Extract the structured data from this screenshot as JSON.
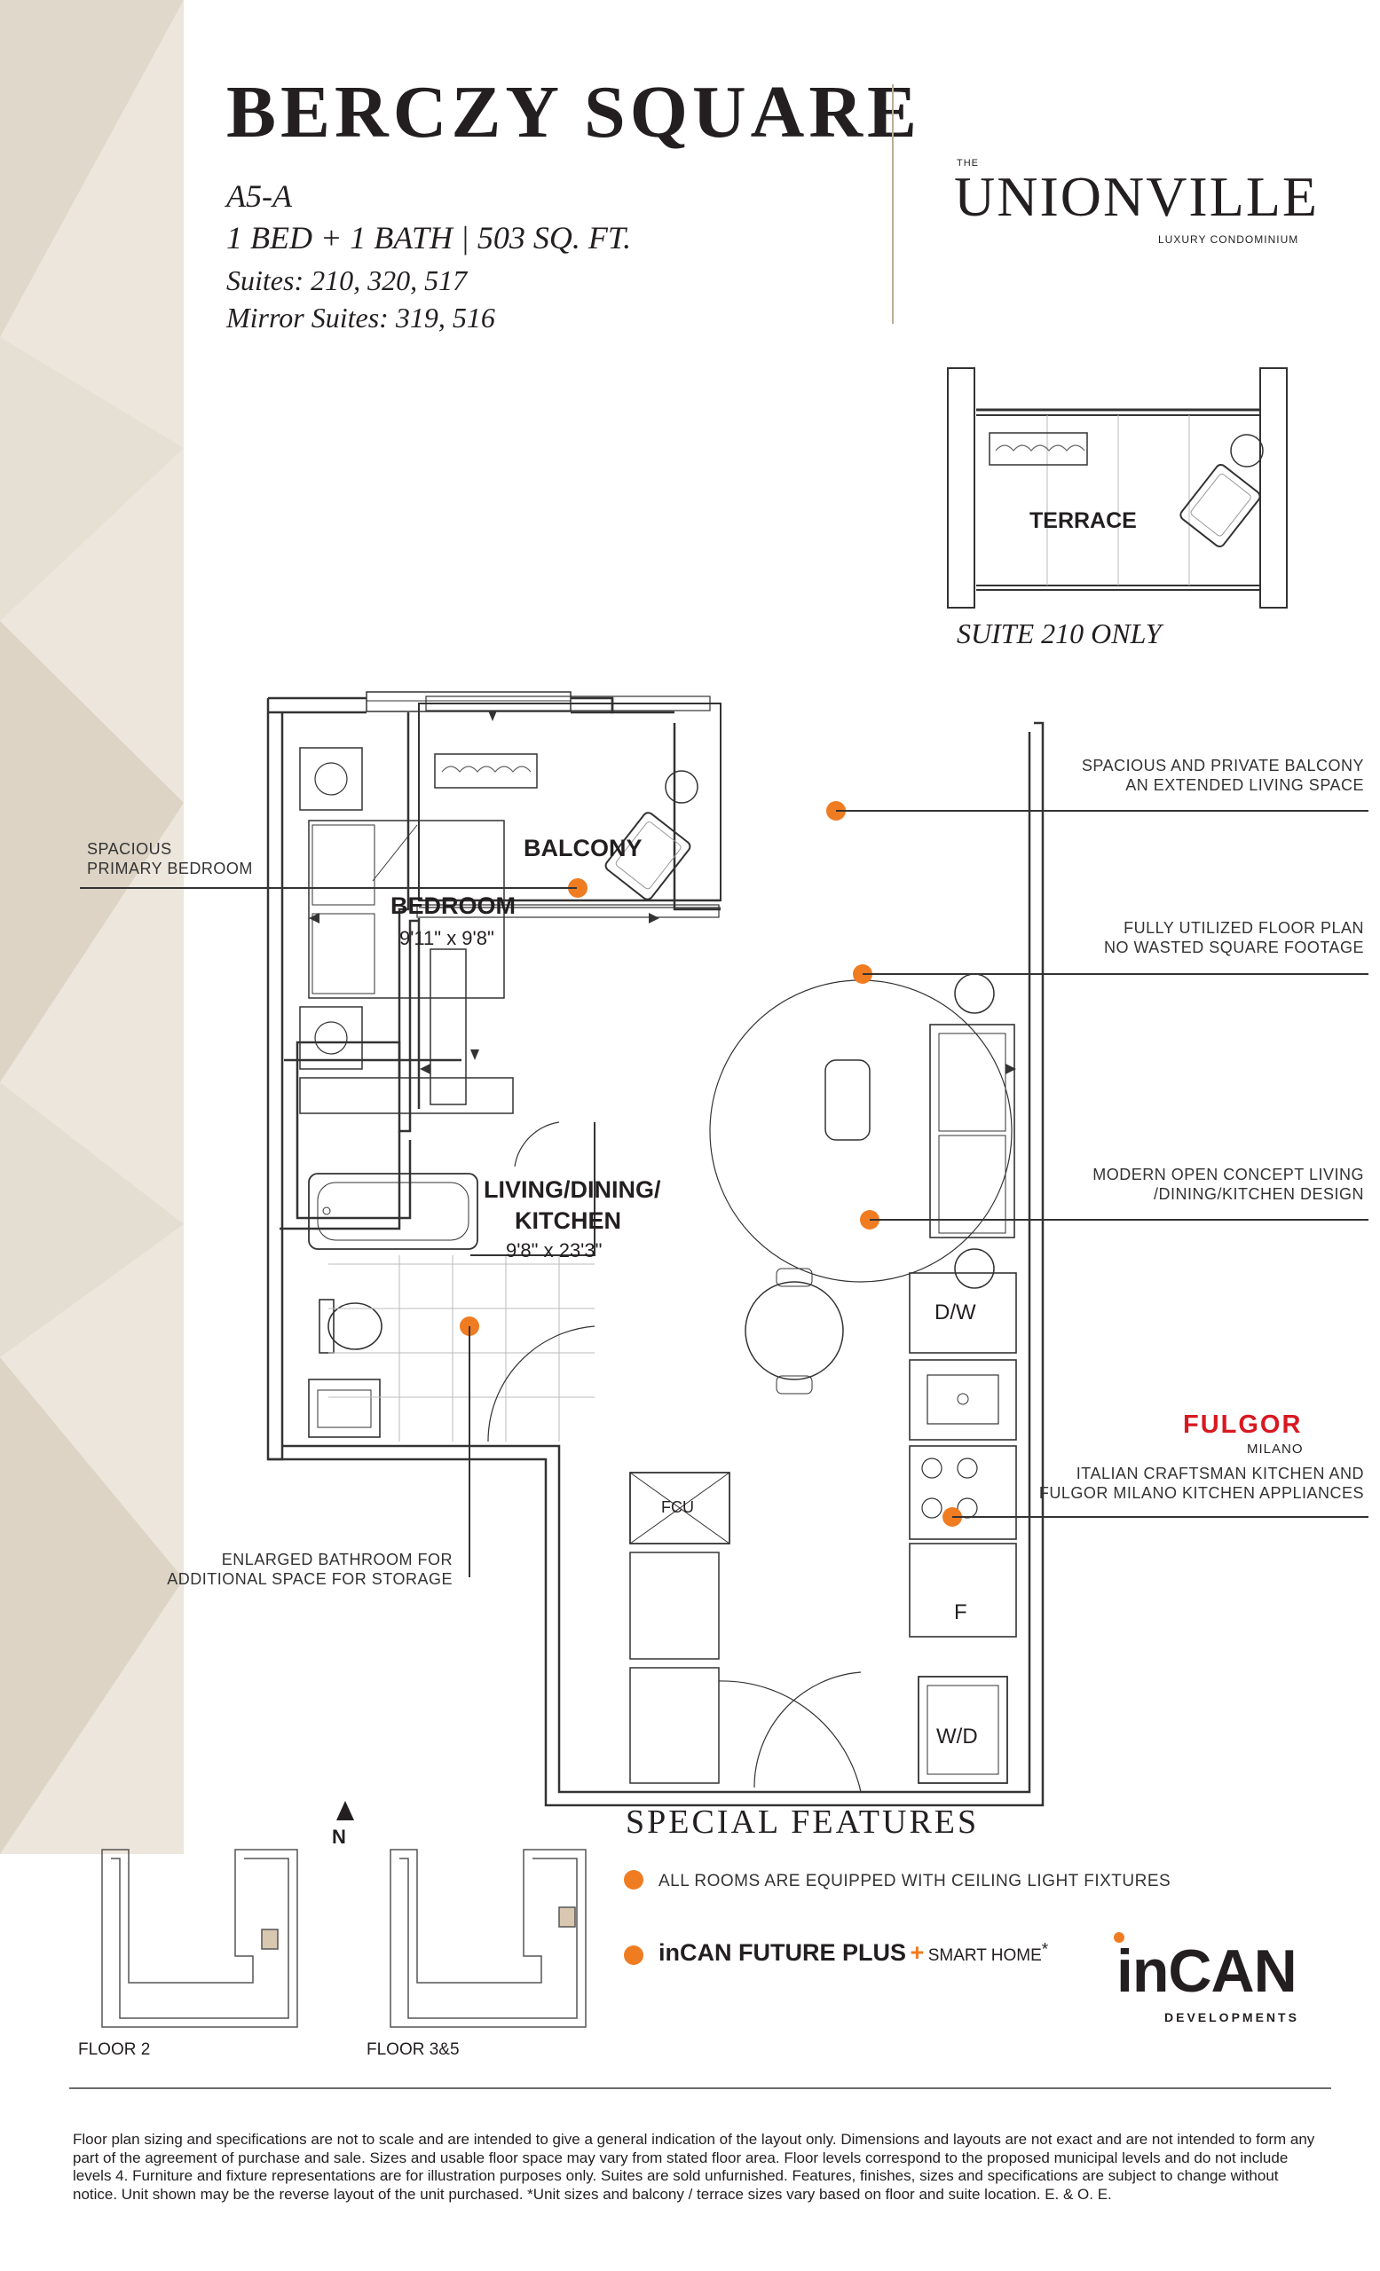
{
  "header": {
    "title": "BERCZY SQUARE",
    "unit_code": "A5-A",
    "unit_summary": "1 BED + 1 BATH  |  503 SQ. FT.",
    "suites": "Suites: 210, 320, 517",
    "mirror_suites": "Mirror Suites: 319, 516"
  },
  "brand": {
    "the": "THE",
    "name": "UNIONVILLE",
    "tagline": "LUXURY CONDOMINIUM"
  },
  "terrace": {
    "label": "TERRACE",
    "caption": "SUITE 210 ONLY"
  },
  "rooms": {
    "bedroom": {
      "name": "BEDROOM",
      "size": "9'11\" x 9'8\""
    },
    "balcony": {
      "name": "BALCONY"
    },
    "living": {
      "name_line1": "LIVING/DINING/",
      "name_line2": "KITCHEN",
      "size": "9'8\" x 23'3\""
    },
    "dw": "D/W",
    "fcu": "FCU",
    "fridge": "F",
    "wd": "W/D"
  },
  "callouts": {
    "balcony": {
      "line1": "SPACIOUS AND PRIVATE BALCONY",
      "line2": "AN EXTENDED LIVING SPACE"
    },
    "floorplan": {
      "line1": "FULLY UTILIZED FLOOR PLAN",
      "line2": "NO WASTED SQUARE FOOTAGE"
    },
    "openconcept": {
      "line1": "MODERN OPEN CONCEPT LIVING",
      "line2": "/DINING/KITCHEN DESIGN"
    },
    "kitchen": {
      "line1": "ITALIAN CRAFTSMAN KITCHEN AND",
      "line2": "FULGOR MILANO KITCHEN APPLIANCES"
    },
    "bedroom": {
      "line1": "SPACIOUS",
      "line2": "PRIMARY BEDROOM"
    },
    "bathroom": {
      "line1": "ENLARGED BATHROOM FOR",
      "line2": "ADDITIONAL SPACE FOR STORAGE"
    }
  },
  "fulgor": {
    "name": "FULGOR",
    "sub": "MILANO",
    "color": "#d71920"
  },
  "keyplan": {
    "north": "N",
    "floor2": "FLOOR 2",
    "floor35": "FLOOR 3&5"
  },
  "features": {
    "title": "SPECIAL FEATURES",
    "item1": "ALL ROOMS ARE EQUIPPED WITH CEILING LIGHT FIXTURES",
    "item2_main": "inCAN FUTURE PLUS",
    "item2_plus": "+",
    "item2_tail": "SMART HOME",
    "item2_mark": "*"
  },
  "developer": {
    "name": "inCAN",
    "sub": "DEVELOPMENTS"
  },
  "disclaimer": "Floor plan sizing and specifications are not to scale and are intended to give a general indication of the layout only. Dimensions and layouts are not exact and are not intended to form any part of the agreement of purchase and sale. Sizes and usable floor space may vary from stated floor area. Floor levels correspond to the proposed municipal levels and do not include levels 4. Furniture and fixture representations are for illustration purposes only. Suites are sold unfurnished. Features, finishes, sizes and specifications are subject to change without notice. Unit shown may be the reverse layout of the unit purchased. *Unit sizes and balcony / terrace sizes vary based on floor and suite location. E. & O. E.",
  "colors": {
    "accent": "#f07c22",
    "beige": "#ece6dd",
    "beige_dark": "#ddd4c6",
    "text": "#231f20"
  }
}
